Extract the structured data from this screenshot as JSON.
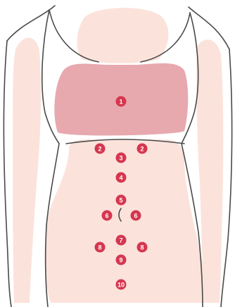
{
  "colors": {
    "background": "#ffffff",
    "skin_tone": "#fbe3dc",
    "highlight_region": "#e7a9ae",
    "outline": "#4a4a4a",
    "marker_fill": "#d6364f",
    "marker_text": "#ffffff"
  },
  "markers": [
    {
      "id": "1",
      "label": "1"
    },
    {
      "id": "2-left",
      "label": "2"
    },
    {
      "id": "2-right",
      "label": "2"
    },
    {
      "id": "3",
      "label": "3"
    },
    {
      "id": "4",
      "label": "4"
    },
    {
      "id": "5",
      "label": "5"
    },
    {
      "id": "6-left",
      "label": "6"
    },
    {
      "id": "6-right",
      "label": "6"
    },
    {
      "id": "7",
      "label": "7"
    },
    {
      "id": "8-left",
      "label": "8"
    },
    {
      "id": "8-right",
      "label": "8"
    },
    {
      "id": "9",
      "label": "9"
    },
    {
      "id": "10",
      "label": "10"
    }
  ]
}
